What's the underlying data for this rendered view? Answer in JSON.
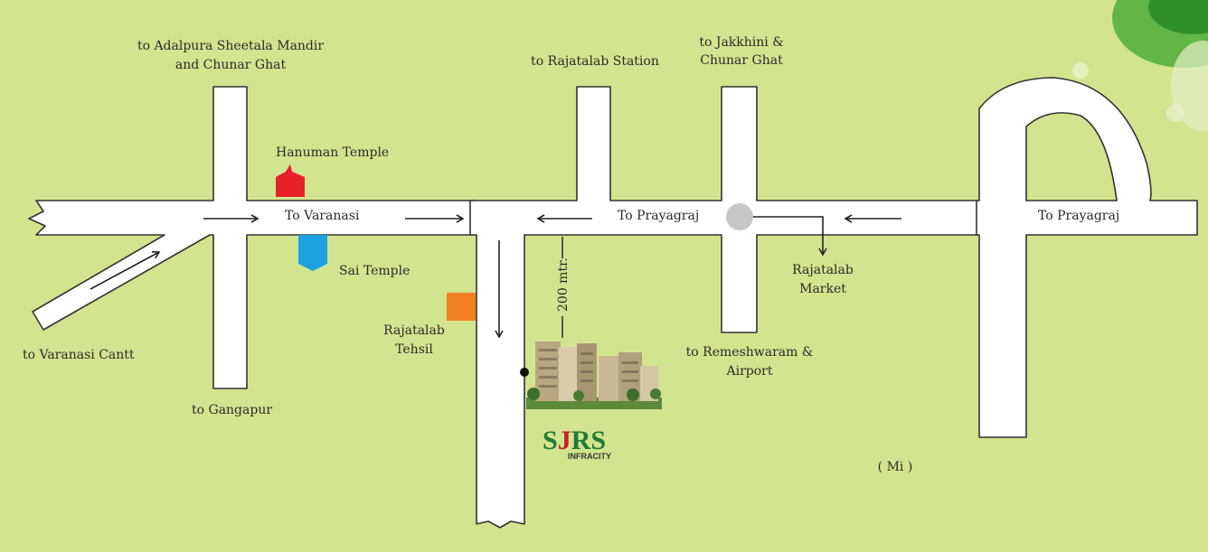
{
  "labels": {
    "adalpura": [
      "to Adalpura Sheetala Mandir",
      "and Chunar Ghat"
    ],
    "hanuman": "Hanuman Temple",
    "to_varanasi": "To Varanasi",
    "sai": "Sai Temple",
    "varanasi_cantt": "to Varanasi Cantt",
    "gangapur": "to Gangapur",
    "rajatalab_station": "to Rajatalab Station",
    "to_prayagraj_1": "To Prayagraj",
    "to_prayagraj_2": "To Prayagraj",
    "jakkhini": [
      "to Jakkhini &",
      "Chunar Ghat"
    ],
    "rajatalab_market": [
      "Rajatalab",
      "Market"
    ],
    "remeshwaram": [
      "to Remeshwaram &",
      "Airport"
    ],
    "tehsil": [
      "Rajatalab",
      "Tehsil"
    ],
    "distance": "200 mtr.",
    "partial_text": "( Mi )"
  },
  "brand": {
    "s": "S",
    "j": "J",
    "rs": "RS",
    "sub": "INFRACITY",
    "colors": {
      "green": "#1f7a3a",
      "red": "#c8202a"
    }
  },
  "colors": {
    "background": "#d3e48f",
    "road": "#ffffff",
    "road_outline": "#333333",
    "hanuman_temple": "#e8202a",
    "sai_temple": "#1aa3e0",
    "tehsil": "#f08020",
    "roundabout": "#c8c8c8"
  },
  "icons": [
    "hanuman-temple-icon",
    "sai-temple-icon",
    "tehsil-marker-icon",
    "roundabout-icon",
    "project-location-dot-icon",
    "project-building-icon",
    "leaf-decoration-icon"
  ]
}
